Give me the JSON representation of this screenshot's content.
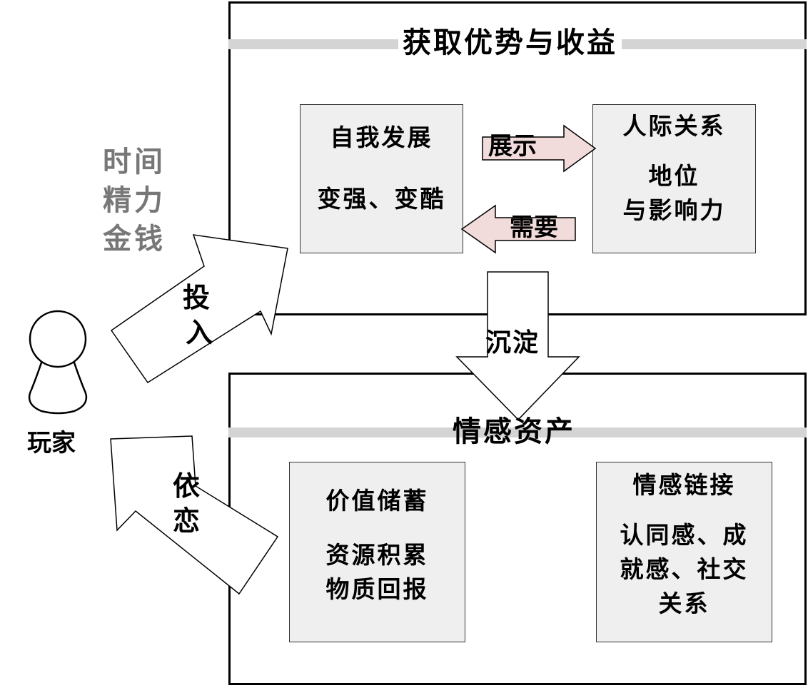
{
  "player": {
    "label": "玩家"
  },
  "resources": [
    "时间",
    "精力",
    "金钱"
  ],
  "arrows": {
    "invest": [
      "投",
      "入"
    ],
    "attach": [
      "依",
      "恋"
    ],
    "settle": "沉淀",
    "show": "展示",
    "need": "需要"
  },
  "top_section": {
    "title": "获取优势与收益",
    "self_development": {
      "title": "自我发展",
      "body": "变强、变酷"
    },
    "relations": {
      "title": "人际关系",
      "body_lines": [
        "地位",
        "与影响力"
      ]
    }
  },
  "bottom_section": {
    "title": "情感资产",
    "value_storage": {
      "title": "价值储蓄",
      "body_lines": [
        "资源积累",
        "物质回报"
      ]
    },
    "emotional_link": {
      "title": "情感链接",
      "body_lines": [
        "认同感、成",
        "就感、社交",
        "关系"
      ]
    }
  },
  "colors": {
    "band": "#d4d4d4",
    "card": "#efefef",
    "pink_arrow": "#f2dcdb",
    "resource_text": "#777777"
  }
}
